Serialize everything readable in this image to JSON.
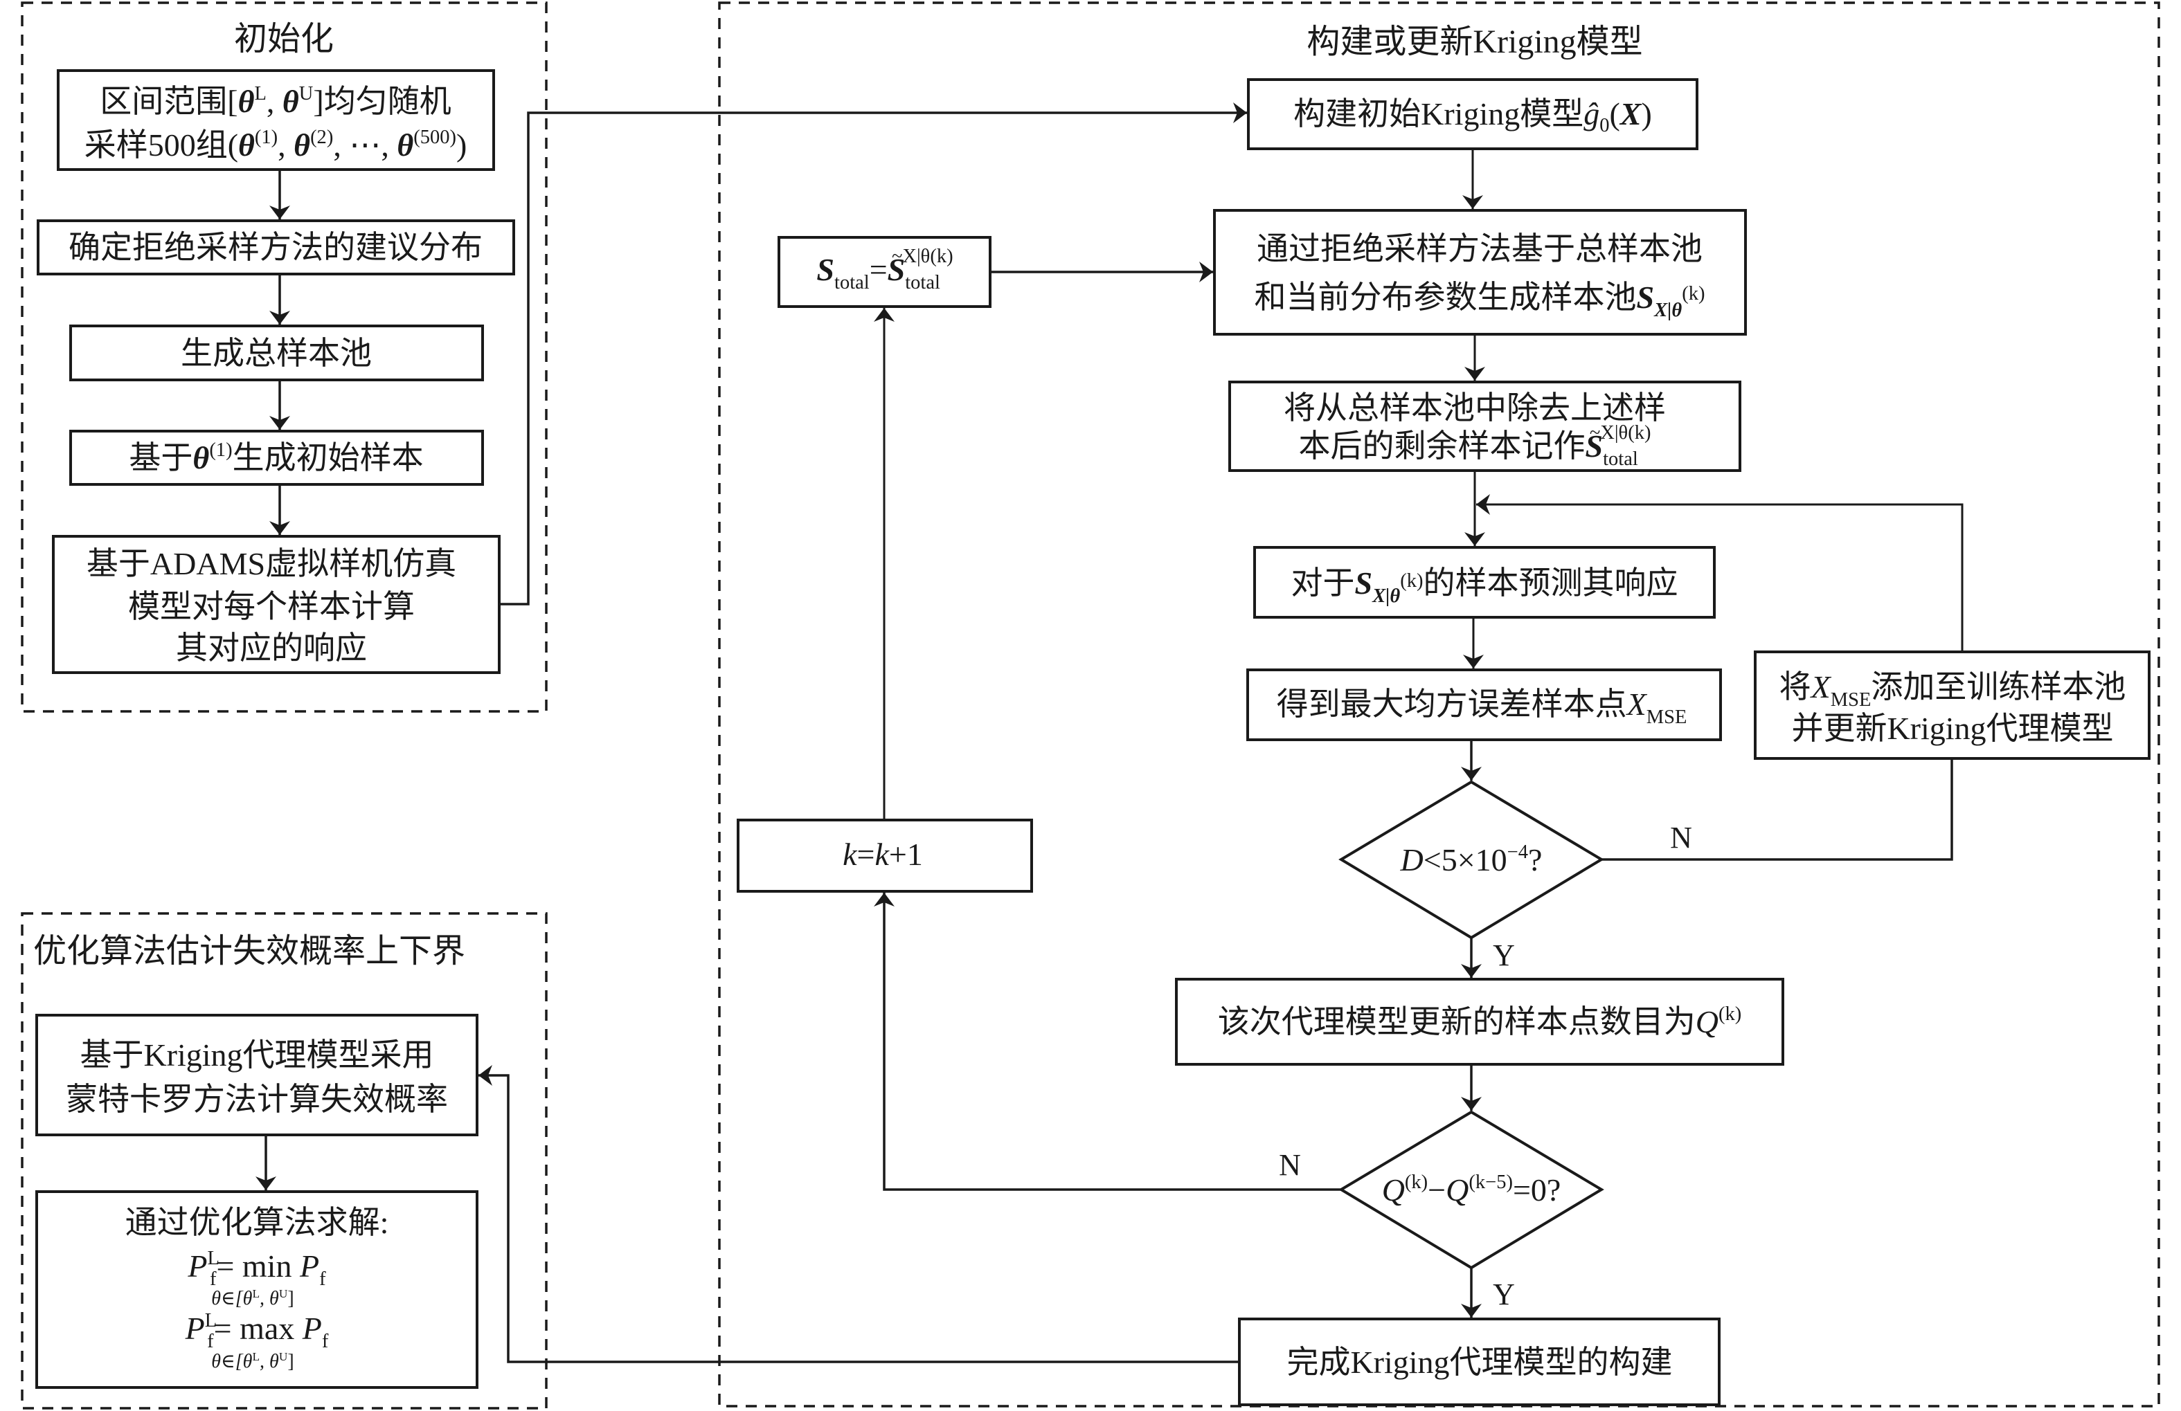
{
  "figure": {
    "panels": {
      "init": {
        "title": "初始化",
        "steps": [
          {
            "id": "uniform-sampling",
            "lines": [
              "区间范围[θ^L, θ^U]均匀随机",
              "采样500组(θ^(1), θ^(2), ⋯, θ^(500))"
            ]
          },
          {
            "id": "proposal-distribution",
            "lines": [
              "确定拒绝采样方法的建议分布"
            ]
          },
          {
            "id": "generate-total-pool",
            "lines": [
              "生成总样本池"
            ]
          },
          {
            "id": "initial-samples",
            "lines": [
              "基于θ^(1)生成初始样本"
            ]
          },
          {
            "id": "adams-simulation",
            "lines": [
              "基于ADAMS虚拟样机仿真",
              "模型对每个样本计算",
              "其对应的响应"
            ]
          }
        ]
      },
      "kriging": {
        "title": "构建或更新Kriging模型",
        "steps": [
          {
            "id": "build-initial-kriging",
            "lines": [
              "构建初始Kriging模型ĝ₀(X)"
            ]
          },
          {
            "id": "rejection-sampling",
            "lines": [
              "通过拒绝采样方法基于总样本池",
              "和当前分布参数生成样本池S_X|θ^(k)"
            ]
          },
          {
            "id": "remaining-samples",
            "lines": [
              "将从总样本池中除去上述样",
              "本后的剩余样本记作S_total^~X|θ^(k)"
            ]
          },
          {
            "id": "predict-response",
            "lines": [
              "对于S_X|θ^(k)的样本预测其响应"
            ]
          },
          {
            "id": "max-mse-point",
            "lines": [
              "得到最大均方误差样本点X_MSE"
            ]
          },
          {
            "id": "add-mse-point",
            "lines": [
              "将X_MSE添加至训练样本池",
              "并更新Kriging代理模型"
            ]
          },
          {
            "id": "update-total-pool",
            "lines": [
              "S_total=S_total^~X|θ^(k)"
            ]
          },
          {
            "id": "increment-k",
            "lines": [
              "k=k+1"
            ]
          },
          {
            "id": "count-updates",
            "lines": [
              "该次代理模型更新的样本点数目为Q^(k)"
            ]
          },
          {
            "id": "finish-kriging",
            "lines": [
              "完成Kriging代理模型的构建"
            ]
          }
        ],
        "decisions": [
          {
            "id": "mse-threshold",
            "condition": "D<5×10^−4?",
            "yes": "Y",
            "no": "N"
          },
          {
            "id": "convergence-check",
            "condition": "Q^(k)−Q^(k−5)=0?",
            "yes": "Y",
            "no": "N"
          }
        ]
      },
      "optimization": {
        "title": "优化算法估计失效概率上下界",
        "steps": [
          {
            "id": "monte-carlo",
            "lines": [
              "基于Kriging代理模型采用",
              "蒙特卡罗方法计算失效概率"
            ]
          },
          {
            "id": "optimize-bounds",
            "lines": [
              "通过优化算法求解:",
              "P_f^L= min P_f, θ∈[θ^L, θ^U]",
              "P_f^L= max P_f, θ∈[θ^L, θ^U]"
            ]
          }
        ]
      }
    },
    "text": {
      "init_title": "初始化",
      "kriging_title": "构建或更新Kriging模型",
      "opt_title": "优化算法估计失效概率上下界",
      "s1_l1_a": "区间范围[",
      "theta": "θ",
      "sup_L": "L",
      "sup_U": "U",
      "comma": ", ",
      "s1_l1_b": "]均匀随机",
      "s1_l2_a": "采样500组(",
      "sup_1": "(1)",
      "sup_2": "(2)",
      "sup_500": "(500)",
      "ellipsis": "⋯",
      "close_paren": ")",
      "s2": "确定拒绝采样方法的建议分布",
      "s3": "生成总样本池",
      "s4_a": "基于",
      "s4_b": "生成初始样本",
      "s5_l1": "基于ADAMS虚拟样机仿真",
      "s5_l2": "模型对每个样本计算",
      "s5_l3": "其对应的响应",
      "k1_a": "构建初始Kriging模型",
      "g_hat": "ĝ",
      "sub_0": "0",
      "open_paren": "(",
      "X": "X",
      "k2_l1": "通过拒绝采样方法基于总样本池",
      "k2_l2": "和当前分布参数生成样本池",
      "S": "S",
      "sub_X_theta": "X|θ",
      "sup_k": "(k)",
      "k3_l1": "将从总样本池中除去上述样",
      "k3_l2": "本后的剩余样本记作",
      "sub_total": "total",
      "sup_notX": "~X|θ",
      "k4_a": "对于",
      "k4_b": "的样本预测其响应",
      "k5_a": "得到最大均方误差样本点",
      "sub_MSE": "MSE",
      "k6_l1_a": "将",
      "k6_l1_b": "添加至训练样本池",
      "k6_l2": "并更新Kriging代理模型",
      "eq": "=",
      "k_inc_a": "k",
      "k_inc_b": "+1",
      "d1_a": "D",
      "d1_b": "<5×10",
      "d1_sup": "−4",
      "d1_c": "?",
      "k7_a": "该次代理模型更新的样本点数目为",
      "Q": "Q",
      "d2_minus": "−",
      "sup_k5": "(k−5)",
      "d2_end": "=0?",
      "k8": "完成Kriging代理模型的构建",
      "yes": "Y",
      "no": "N",
      "o1_l1": "基于Kriging代理模型采用",
      "o1_l2": "蒙特卡罗方法计算失效概率",
      "o2_l1": "通过优化算法求解:",
      "P": "P",
      "sub_f": "f",
      "eq_min": "= min ",
      "eq_max": "= max ",
      "constraint_a": "θ∈[θ",
      "constraint_b": ", θ",
      "constraint_c": "]"
    }
  }
}
